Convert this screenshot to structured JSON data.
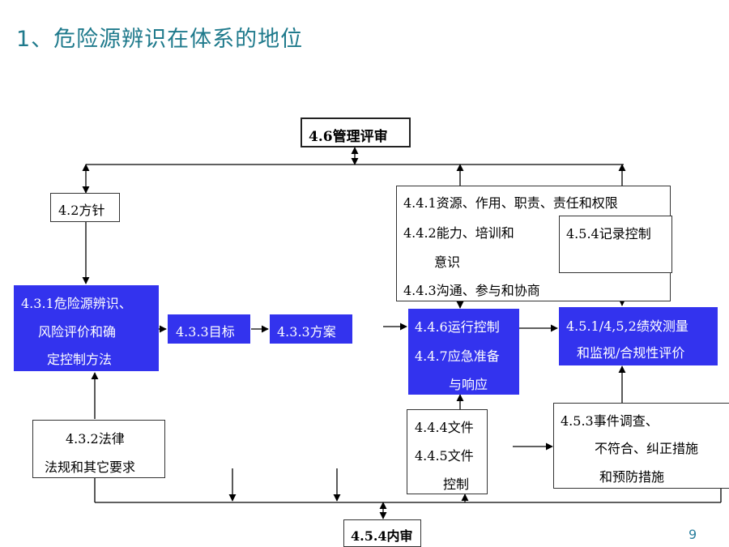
{
  "slide": {
    "title": "1、危险源辨识在体系的地位",
    "page_number": "9"
  },
  "nodes": {
    "review": [
      "4.6管理评审"
    ],
    "policy": [
      "4.2方针"
    ],
    "hazard": [
      "4.3.1危险源辨识、",
      "风险评价和确",
      "定控制方法"
    ],
    "objective": [
      "4.3.3目标"
    ],
    "program": [
      "4.3.3方案"
    ],
    "resources": [
      "4.4.1资源、作用、职责、责任和权限",
      "4.4.2能力、培训和",
      "意识",
      "4.4.3沟通、参与和协商"
    ],
    "records": [
      "4.5.4记录控制"
    ],
    "operation": [
      "4.4.6运行控制",
      "4.4.7应急准备",
      "与响应"
    ],
    "measurement": [
      "4.5.1/4,5,2绩效测量",
      "和监视/合规性评价"
    ],
    "legal": [
      "4.3.2法律",
      "法规和其它要求"
    ],
    "documents": [
      "4.4.4文件",
      "4.4.5文件",
      "控制"
    ],
    "incident": [
      "4.5.3事件调查、",
      "不符合、纠正措施",
      "和预防措施"
    ],
    "audit": [
      "4.5.4内审"
    ]
  },
  "colors": {
    "accent_title": "#1f7a8c",
    "blue_box": "#3333ee",
    "line": "#000000"
  }
}
